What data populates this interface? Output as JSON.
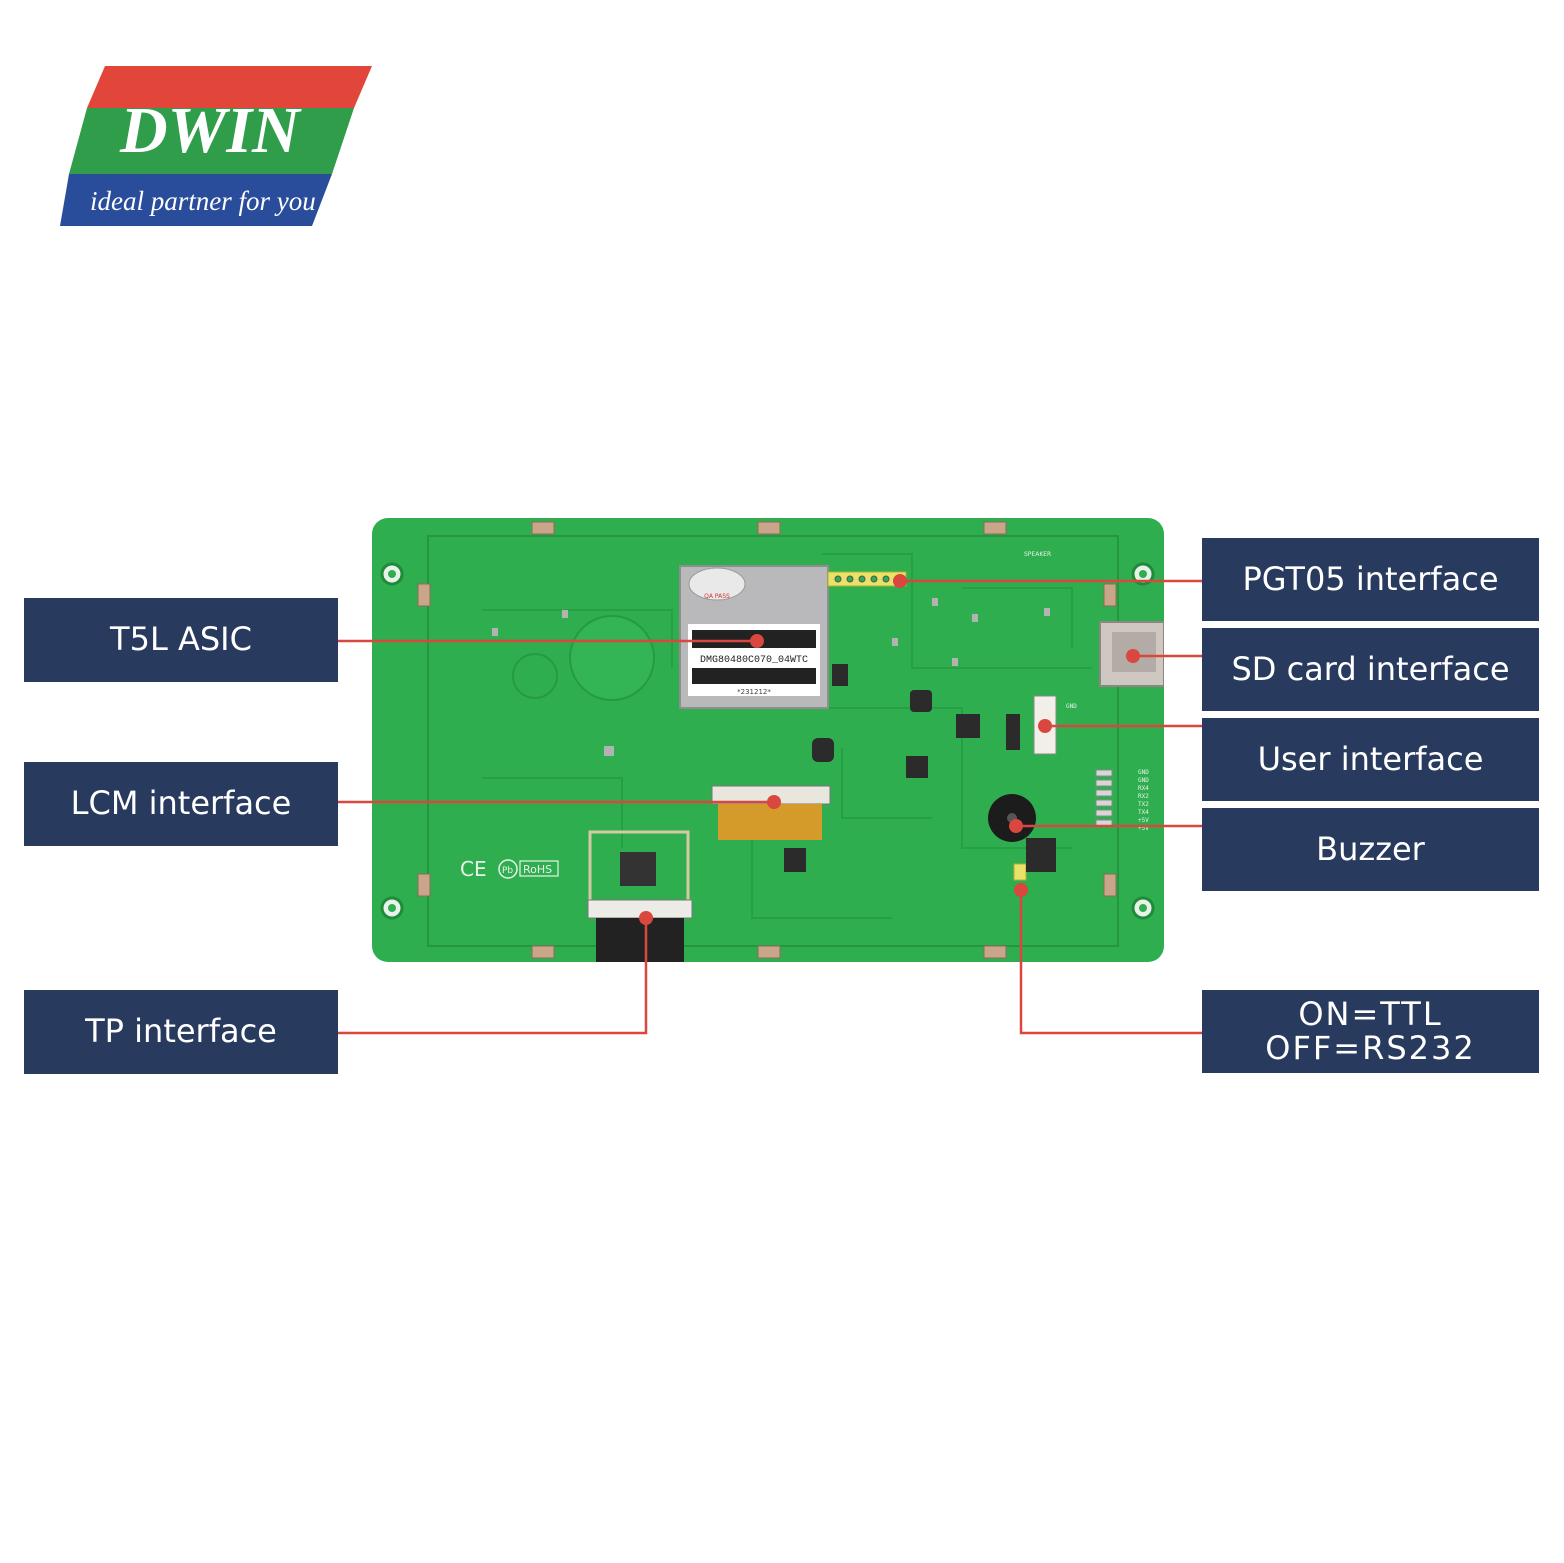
{
  "brand": {
    "name": "DWIN",
    "tagline": "ideal partner for you",
    "registered_mark": "®",
    "colors": {
      "red": "#e2463a",
      "green": "#2f9d4a",
      "blue": "#2a4d9b"
    }
  },
  "board_markings": {
    "module_label": "DMG80480C070_04WTC",
    "serial": "*231212*",
    "qa": "QA PASS",
    "rohs": "RoHS",
    "ce": "CE",
    "pb": "Pb",
    "speaker": "SPEAKER",
    "pins": [
      "GND",
      "GND",
      "RX4",
      "RX2",
      "TX2",
      "TX4",
      "+5V",
      "+5V"
    ]
  },
  "callouts": {
    "t5l_asic": "T5L ASIC",
    "lcm_interface": "LCM interface",
    "tp_interface": "TP interface",
    "pgt05_interface": "PGT05 interface",
    "sd_card_interface": "SD card interface",
    "user_interface": "User interface",
    "buzzer": "Buzzer",
    "on_ttl": "ON=TTL",
    "off_rs232": "OFF=RS232"
  },
  "colors": {
    "label_bg": "#283a5e",
    "leader_line": "#d9473f",
    "pcb": "#2fae4f",
    "pcb_dark": "#1f8f3c"
  }
}
